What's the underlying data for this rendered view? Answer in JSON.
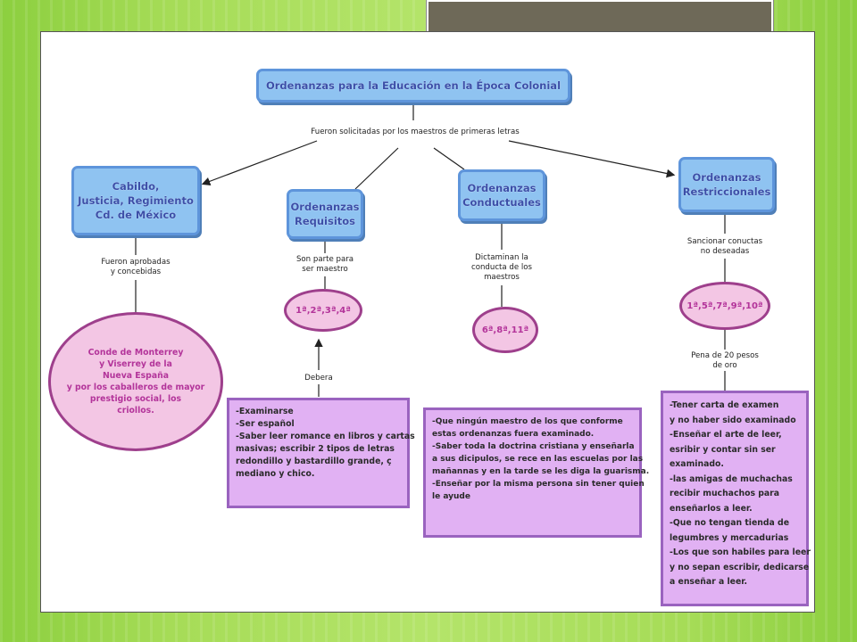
{
  "title": "Ordenanzas para la Educación en la Época Colonial",
  "subtitle_link": "Fueron solicitadas por los maestros de primeras letras",
  "branches": [
    {
      "heading": [
        "Cabildo,",
        "Justicia, Regimiento",
        "Cd. de México"
      ],
      "link": [
        "Fueron aprobadas",
        "y concebidas"
      ],
      "ellipse": [
        "Conde de Monterrey",
        "y Viserrey de la",
        "Nueva España",
        "y por los caballeros de mayor",
        "prestigio social, los",
        "criollos."
      ]
    },
    {
      "heading": [
        "Ordenanzas",
        "Requisitos"
      ],
      "link": [
        "Son parte para",
        "ser maestro"
      ],
      "ellipse": [
        "1ª,2ª,3ª,4ª"
      ],
      "link2": "Debera",
      "items": [
        "-Examinarse",
        "-Ser español",
        "-Saber leer romance en libros y cartas",
        "masivas; escribir 2 tipos de letras",
        " redondillo  y bastardillo grande, ç",
        " mediano  y chico."
      ]
    },
    {
      "heading": [
        "Ordenanzas",
        "Conductuales"
      ],
      "link": [
        "Dictaminan la",
        "conducta de los",
        "maestros"
      ],
      "ellipse": [
        "6ª,8ª,11ª"
      ],
      "items": [
        "-Que ningún maestro de los que conforme",
        "estas ordenanzas fuera examinado.",
        "-Saber toda la doctrina cristiana y enseñarla",
        "a sus dicipulos, se rece en las escuelas por las",
        " mañannas y en la tarde se les diga la guarisma.",
        "-Enseñar por la misma persona sin tener quien",
        "le ayude"
      ]
    },
    {
      "heading": [
        "Ordenanzas",
        "Restriccionales"
      ],
      "link": [
        "Sancionar conuctas",
        "no deseadas"
      ],
      "ellipse": [
        "1ª,5ª,7ª,9ª,10ª"
      ],
      "link2": [
        "Pena de 20 pesos",
        "de oro"
      ],
      "items": [
        "-Tener carta de examen",
        "y no haber sido examinado",
        "-Enseñar el arte de leer,",
        "esribir y contar sin ser",
        "  examinado.",
        "-las amigas de muchachas",
        "recibir muchachos para",
        "enseñarlos a leer.",
        "-Que no tengan tienda de",
        "legumbres y mercadurias",
        "-Los que son habiles para leer",
        "y no sepan escribir, dedicarse",
        "a enseñar a leer."
      ]
    }
  ],
  "colors": {
    "background": "#a6dc57",
    "blue_fill": "#8fc3f1",
    "blue_border": "#5e95db",
    "pink_fill": "#f3c6e4",
    "purple_fill": "#e1b1f3",
    "title_tab": "#6e6958"
  }
}
